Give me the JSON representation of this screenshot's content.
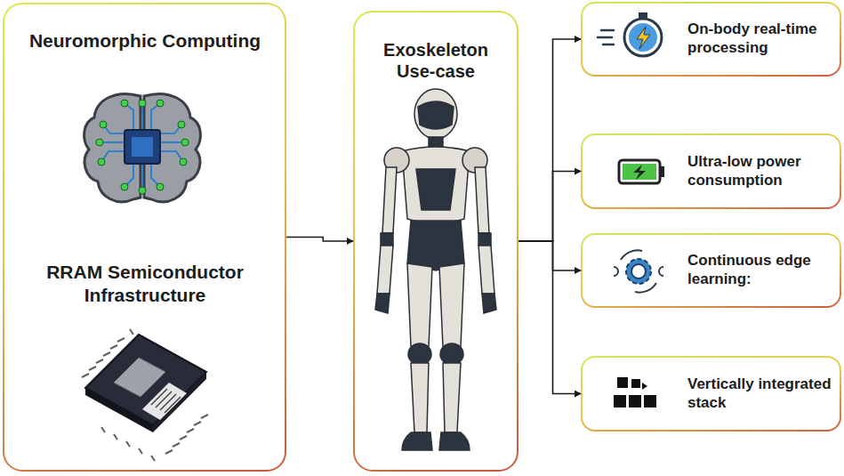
{
  "diagram": {
    "nodes": [
      {
        "text": [
          "Neuromorphic Computing",
          "RRAM Semiconductor Infrastructure"
        ]
      },
      {
        "text": [
          "Exoskeleton Use-case"
        ]
      },
      {
        "text": [
          "On-body real-time processing"
        ]
      },
      {
        "text": [
          "Ultra-low power consumption"
        ]
      },
      {
        "text": [
          "Continuous edge learning:"
        ]
      },
      {
        "text": [
          "Vertically integrated stack"
        ]
      }
    ],
    "edges": [
      {
        "from": 0,
        "to": 1,
        "arrow": "to"
      },
      {
        "from": 1,
        "to": 2,
        "arrow": "to"
      },
      {
        "from": 1,
        "to": 3,
        "arrow": "to"
      },
      {
        "from": 1,
        "to": 4,
        "arrow": "to"
      },
      {
        "from": 1,
        "to": 5,
        "arrow": "to"
      }
    ]
  }
}
